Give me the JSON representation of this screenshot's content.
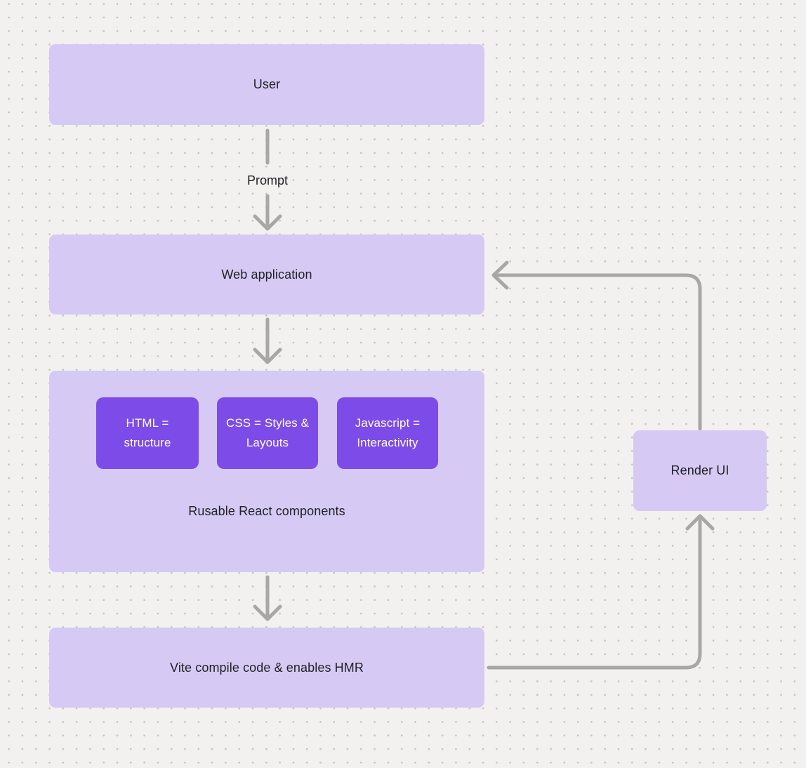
{
  "diagram": {
    "nodes": {
      "user": {
        "label": "User"
      },
      "web_application": {
        "label": "Web application"
      },
      "components": {
        "caption": "Rusable React components",
        "items": [
          {
            "label": "HTML = structure"
          },
          {
            "label": "CSS = Styles & Layouts"
          },
          {
            "label": "Javascript = Interactivity"
          }
        ]
      },
      "vite": {
        "label": "Vite compile code & enables HMR"
      },
      "render_ui": {
        "label": "Render UI"
      }
    },
    "edge_labels": {
      "prompt": "Prompt"
    },
    "colors": {
      "background": "#f2f1f0",
      "dot_grid": "#c5c3c1",
      "node_fill_light": "#d6caf4",
      "node_fill_accent": "#7c4be8",
      "node_text_dark": "#232127",
      "node_text_light": "#ffffff",
      "connector": "#a9a7a4"
    }
  }
}
